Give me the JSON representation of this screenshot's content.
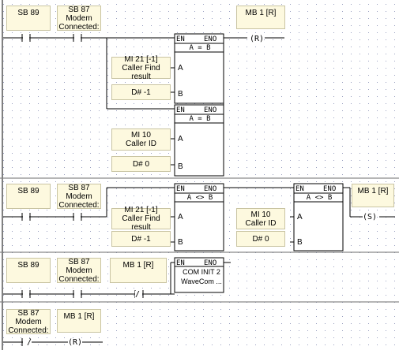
{
  "colors": {
    "contact_fill": "#fdf9df",
    "contact_border": "#c9c4a2",
    "wire": "#000000",
    "grid_dot": "#9aa0c0",
    "rung_sep": "#6b6b6b"
  },
  "rungs": [
    {
      "contacts": [
        {
          "line1": "SB 89",
          "line2": "",
          "line3": ""
        },
        {
          "line1": "SB 87",
          "line2": "Modem",
          "line3": "Connected:"
        }
      ],
      "coil_label": "MB 1 [R]",
      "coil_symbol": "(R)",
      "block1": {
        "en": "EN",
        "eno": "ENO",
        "op": "A = B"
      },
      "block1_a": {
        "line1": "MI 21 [-1]",
        "line2": "Caller Find result"
      },
      "block1_b": "D# -1",
      "block2": {
        "en": "EN",
        "eno": "ENO",
        "op": "A = B"
      },
      "block2_a": {
        "line1": "MI 10",
        "line2": "Caller ID"
      },
      "block2_b": "D# 0",
      "pin_a": "A",
      "pin_b": "B"
    },
    {
      "contacts": [
        {
          "line1": "SB 89",
          "line2": "",
          "line3": ""
        },
        {
          "line1": "SB 87",
          "line2": "Modem",
          "line3": "Connected:"
        }
      ],
      "block1": {
        "en": "EN",
        "eno": "ENO",
        "op": "A <> B"
      },
      "block1_a": {
        "line1": "MI 21 [-1]",
        "line2": "Caller Find result"
      },
      "block1_b": "D# -1",
      "block2": {
        "en": "EN",
        "eno": "ENO",
        "op": "A <> B"
      },
      "block2_a": {
        "line1": "MI 10",
        "line2": "Caller ID"
      },
      "block2_b": "D# 0",
      "coil_label": "MB 1 [R]",
      "coil_symbol": "(S)",
      "pin_a": "A",
      "pin_b": "B"
    },
    {
      "contacts": [
        {
          "line1": "SB 89",
          "line2": "",
          "line3": ""
        },
        {
          "line1": "SB 87",
          "line2": "Modem",
          "line3": "Connected:"
        },
        {
          "line1": "MB 1 [R]",
          "line2": "",
          "line3": ""
        }
      ],
      "nc_symbol": "/",
      "block": {
        "en": "EN",
        "eno": "ENO",
        "line1": "COM INIT 2",
        "line2": "WaveCom ..."
      }
    },
    {
      "contacts": [
        {
          "line1": "SB 87",
          "line2": "Modem",
          "line3": "Connected:"
        },
        {
          "line1": "MB 1 [R]",
          "line2": "",
          "line3": ""
        }
      ],
      "nc_symbol": "/",
      "coil_symbol": "(R)"
    }
  ]
}
